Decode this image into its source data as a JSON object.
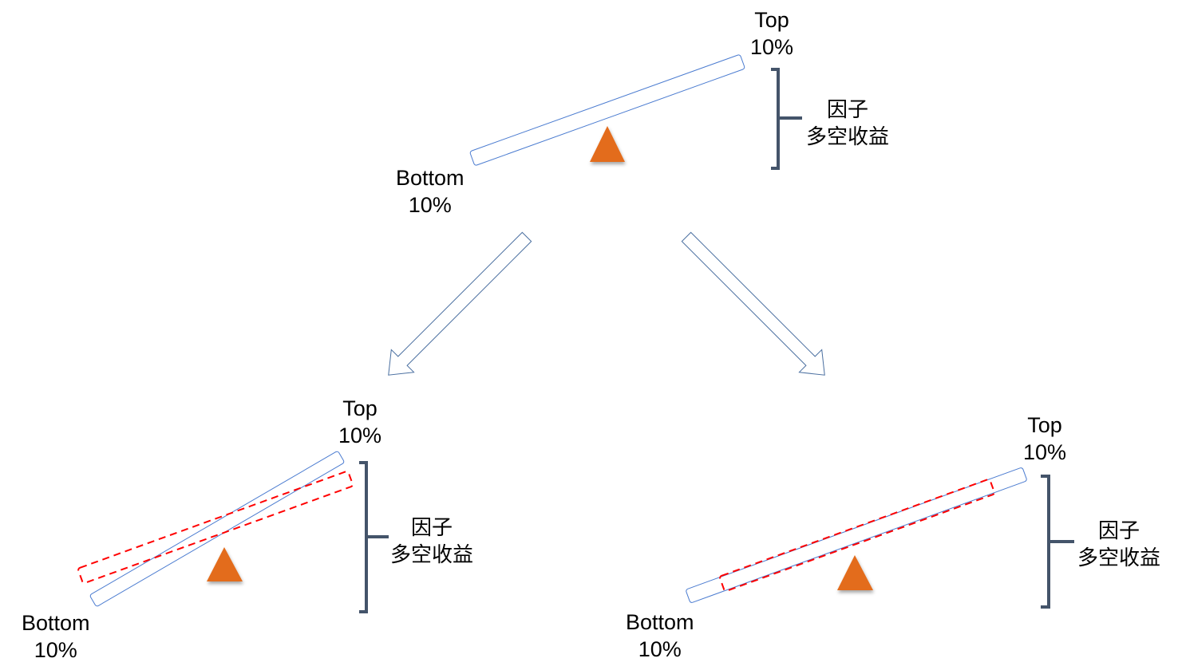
{
  "top_panel": {
    "top_label": "Top",
    "top_pct": "10%",
    "bottom_label": "Bottom",
    "bottom_pct": "10%",
    "bracket_line1": "因子",
    "bracket_line2": "多空收益"
  },
  "left_panel": {
    "top_label": "Top",
    "top_pct": "10%",
    "bottom_label": "Bottom",
    "bottom_pct": "10%",
    "bracket_line1": "因子",
    "bracket_line2": "多空收益"
  },
  "right_panel": {
    "top_label": "Top",
    "top_pct": "10%",
    "bottom_label": "Bottom",
    "bottom_pct": "10%",
    "bracket_line1": "因子",
    "bracket_line2": "多空收益"
  },
  "colors": {
    "plank": "#4a7bd0",
    "dashed": "#ff0000",
    "fulcrum": "#e36c1b",
    "bracket": "#44546a",
    "arrow": "#4a6fa0"
  }
}
